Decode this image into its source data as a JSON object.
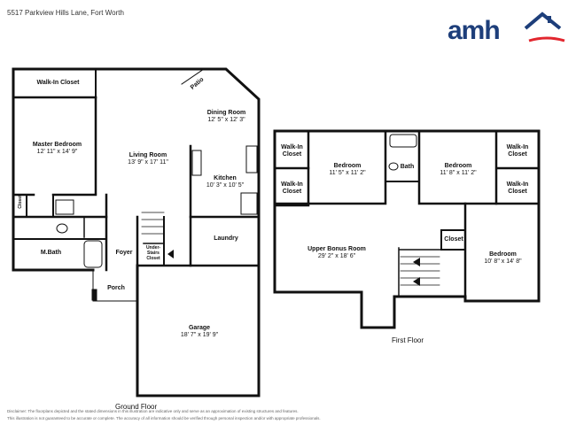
{
  "header": {
    "address": "5517 Parkview Hills Lane, Fort Worth"
  },
  "brand": {
    "logo_text": "amh",
    "navy": "#1d3e7a",
    "red": "#e2262e"
  },
  "ground_floor": {
    "caption": "Ground Floor",
    "rooms": {
      "walk_in_closet": {
        "name": "Walk-In Closet"
      },
      "patio": {
        "name": "Patio"
      },
      "dining_room": {
        "name": "Dining Room",
        "dims": "12' 5\" x 12' 3\""
      },
      "master_bedroom": {
        "name": "Master Bedroom",
        "dims": "12' 11\" x 14' 9\""
      },
      "living_room": {
        "name": "Living Room",
        "dims": "13' 9\" x 17' 11\""
      },
      "kitchen": {
        "name": "Kitchen",
        "dims": "10' 3\" x 10' 5\""
      },
      "closet": {
        "name": "Closet"
      },
      "laundry": {
        "name": "Laundry"
      },
      "under_stairs_closet": {
        "name": "Under-Stairs Closet"
      },
      "m_bath": {
        "name": "M.Bath"
      },
      "foyer": {
        "name": "Foyer"
      },
      "porch": {
        "name": "Porch"
      },
      "garage": {
        "name": "Garage",
        "dims": "18' 7\" x 19' 9\""
      }
    }
  },
  "first_floor": {
    "caption": "First Floor",
    "rooms": {
      "walk_in_closet_1": {
        "name": "Walk-In Closet"
      },
      "walk_in_closet_2": {
        "name": "Walk-In Closet"
      },
      "bedroom_1": {
        "name": "Bedroom",
        "dims": "11' 5\" x 11' 2\""
      },
      "bath": {
        "name": "Bath"
      },
      "bedroom_2": {
        "name": "Bedroom",
        "dims": "11' 8\" x 11' 2\""
      },
      "walk_in_closet_3": {
        "name": "Walk-In Closet"
      },
      "walk_in_closet_4": {
        "name": "Walk-In Closet"
      },
      "upper_bonus_room": {
        "name": "Upper Bonus Room",
        "dims": "29' 2\" x 18' 6\""
      },
      "closet": {
        "name": "Closet"
      },
      "bedroom_3": {
        "name": "Bedroom",
        "dims": "10' 8\" x 14' 8\""
      }
    }
  },
  "disclaimer": {
    "line1": "Disclaimer: The floorplans depicted and the stated dimensions in this illustration are indicative only and serve as an approximation of existing structures and features.",
    "line2": "This illustration is not guaranteed to be accurate or complete. The accuracy of all information should be verified through personal inspection and/or with appropriate professionals."
  }
}
